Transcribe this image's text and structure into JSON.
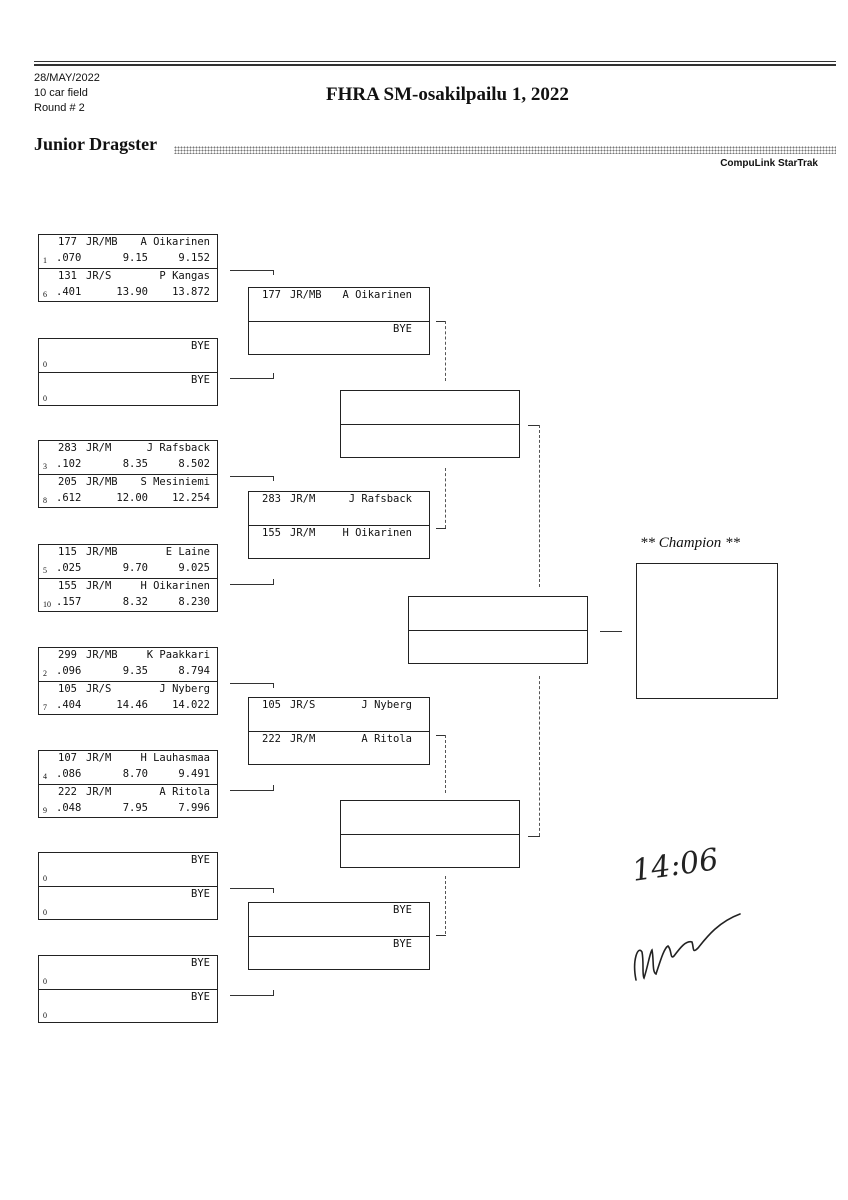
{
  "header": {
    "date": "28/MAY/2022",
    "field": "10 car field",
    "round": "Round # 2",
    "title": "FHRA SM-osakilpailu 1, 2022",
    "class_name": "Junior Dragster",
    "credit": "CompuLink StarTrak"
  },
  "round1": [
    {
      "top": {
        "num": "177",
        "cls": "JR/MB",
        "name": "A Oikarinen",
        "seed": "1",
        "rt": ".070",
        "dial": "9.15",
        "et": "9.152"
      },
      "bot": {
        "num": "131",
        "cls": "JR/S",
        "name": "P Kangas",
        "seed": "6",
        "rt": ".401",
        "dial": "13.90",
        "et": "13.872"
      }
    },
    {
      "top": {
        "num": "",
        "cls": "",
        "name": "BYE",
        "seed": "0",
        "rt": "",
        "dial": "",
        "et": ""
      },
      "bot": {
        "num": "",
        "cls": "",
        "name": "BYE",
        "seed": "0",
        "rt": "",
        "dial": "",
        "et": ""
      }
    },
    {
      "top": {
        "num": "283",
        "cls": "JR/M",
        "name": "J Rafsback",
        "seed": "3",
        "rt": ".102",
        "dial": "8.35",
        "et": "8.502"
      },
      "bot": {
        "num": "205",
        "cls": "JR/MB",
        "name": "S Mesiniemi",
        "seed": "8",
        "rt": ".612",
        "dial": "12.00",
        "et": "12.254"
      }
    },
    {
      "top": {
        "num": "115",
        "cls": "JR/MB",
        "name": "E Laine",
        "seed": "5",
        "rt": ".025",
        "dial": "9.70",
        "et": "9.025"
      },
      "bot": {
        "num": "155",
        "cls": "JR/M",
        "name": "H Oikarinen",
        "seed": "10",
        "rt": ".157",
        "dial": "8.32",
        "et": "8.230"
      }
    },
    {
      "top": {
        "num": "299",
        "cls": "JR/MB",
        "name": "K Paakkari",
        "seed": "2",
        "rt": ".096",
        "dial": "9.35",
        "et": "8.794"
      },
      "bot": {
        "num": "105",
        "cls": "JR/S",
        "name": "J Nyberg",
        "seed": "7",
        "rt": ".404",
        "dial": "14.46",
        "et": "14.022"
      }
    },
    {
      "top": {
        "num": "107",
        "cls": "JR/M",
        "name": "H Lauhasmaa",
        "seed": "4",
        "rt": ".086",
        "dial": "8.70",
        "et": "9.491"
      },
      "bot": {
        "num": "222",
        "cls": "JR/M",
        "name": "A Ritola",
        "seed": "9",
        "rt": ".048",
        "dial": "7.95",
        "et": "7.996"
      }
    },
    {
      "top": {
        "num": "",
        "cls": "",
        "name": "BYE",
        "seed": "0",
        "rt": "",
        "dial": "",
        "et": ""
      },
      "bot": {
        "num": "",
        "cls": "",
        "name": "BYE",
        "seed": "0",
        "rt": "",
        "dial": "",
        "et": ""
      }
    },
    {
      "top": {
        "num": "",
        "cls": "",
        "name": "BYE",
        "seed": "0",
        "rt": "",
        "dial": "",
        "et": ""
      },
      "bot": {
        "num": "",
        "cls": "",
        "name": "BYE",
        "seed": "0",
        "rt": "",
        "dial": "",
        "et": ""
      }
    }
  ],
  "round2": [
    {
      "top": {
        "num": "177",
        "cls": "JR/MB",
        "name": "A Oikarinen"
      },
      "bot": {
        "num": "",
        "cls": "",
        "name": "BYE"
      }
    },
    {
      "top": {
        "num": "283",
        "cls": "JR/M",
        "name": "J Rafsback"
      },
      "bot": {
        "num": "155",
        "cls": "JR/M",
        "name": "H Oikarinen"
      }
    },
    {
      "top": {
        "num": "105",
        "cls": "JR/S",
        "name": "J Nyberg"
      },
      "bot": {
        "num": "222",
        "cls": "JR/M",
        "name": "A Ritola"
      }
    },
    {
      "top": {
        "num": "",
        "cls": "",
        "name": "BYE"
      },
      "bot": {
        "num": "",
        "cls": "",
        "name": "BYE"
      }
    }
  ],
  "champion_label": "** Champion **",
  "signature": {
    "time": "14:06"
  }
}
